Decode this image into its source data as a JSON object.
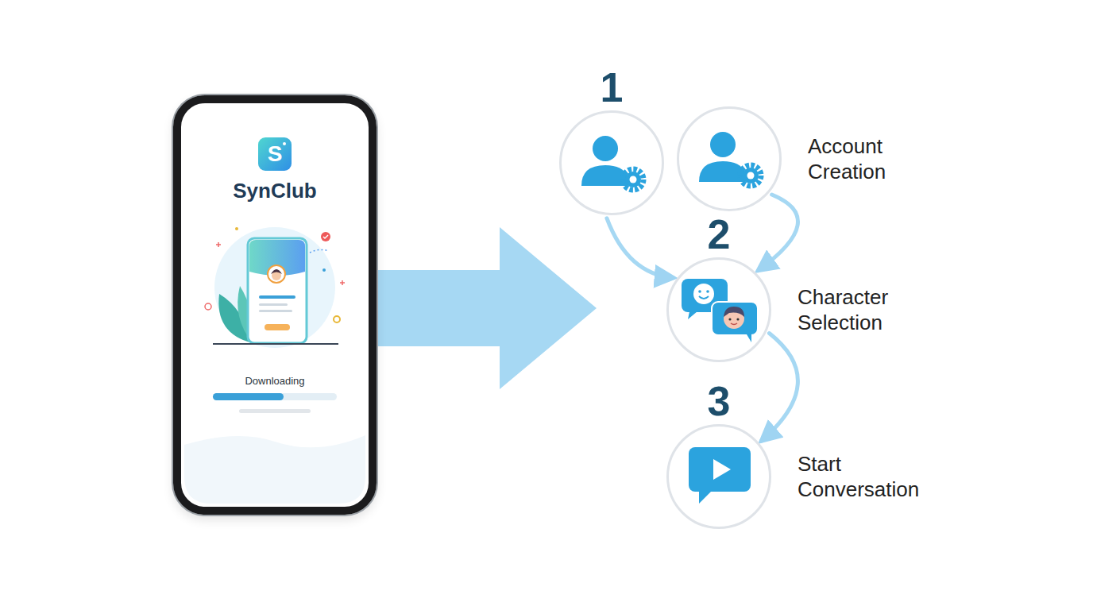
{
  "diagram": {
    "nodes": [
      {
        "text": [
          "SynClub",
          "Downloading"
        ]
      },
      {
        "text": [
          "1"
        ]
      },
      {
        "text": [
          "Account Creation"
        ]
      },
      {
        "text": [
          "2",
          "Character Selection"
        ]
      },
      {
        "text": [
          "3",
          "Start Conversation"
        ]
      }
    ],
    "edges": [
      {
        "from": 0,
        "to": 3,
        "arrow": "to"
      },
      {
        "from": 1,
        "to": 3,
        "arrow": "to"
      },
      {
        "from": 2,
        "to": 3,
        "arrow": "to"
      },
      {
        "from": 3,
        "to": 4,
        "arrow": "to"
      }
    ],
    "labels": [
      "S"
    ]
  }
}
